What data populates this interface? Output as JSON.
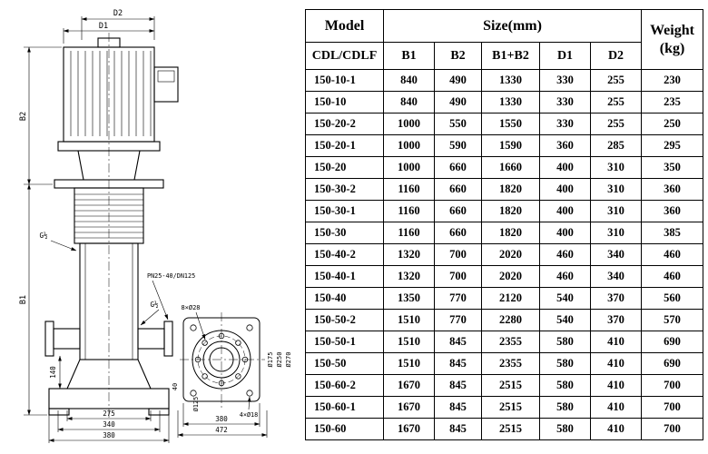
{
  "table": {
    "header": {
      "model": "Model",
      "model_sub": "CDL/CDLF",
      "size": "Size(mm)",
      "weight_line1": "Weight",
      "weight_line2": "(kg)",
      "col_b1": "B1",
      "col_b2": "B2",
      "col_b1b2": "B1+B2",
      "col_d1": "D1",
      "col_d2": "D2"
    },
    "rows": [
      [
        "150-10-1",
        "840",
        "490",
        "1330",
        "330",
        "255",
        "230"
      ],
      [
        "150-10",
        "840",
        "490",
        "1330",
        "330",
        "255",
        "235"
      ],
      [
        "150-20-2",
        "1000",
        "550",
        "1550",
        "330",
        "255",
        "250"
      ],
      [
        "150-20-1",
        "1000",
        "590",
        "1590",
        "360",
        "285",
        "295"
      ],
      [
        "150-20",
        "1000",
        "660",
        "1660",
        "400",
        "310",
        "350"
      ],
      [
        "150-30-2",
        "1160",
        "660",
        "1820",
        "400",
        "310",
        "360"
      ],
      [
        "150-30-1",
        "1160",
        "660",
        "1820",
        "400",
        "310",
        "360"
      ],
      [
        "150-30",
        "1160",
        "660",
        "1820",
        "400",
        "310",
        "385"
      ],
      [
        "150-40-2",
        "1320",
        "700",
        "2020",
        "460",
        "340",
        "460"
      ],
      [
        "150-40-1",
        "1320",
        "700",
        "2020",
        "460",
        "340",
        "460"
      ],
      [
        "150-40",
        "1350",
        "770",
        "2120",
        "540",
        "370",
        "560"
      ],
      [
        "150-50-2",
        "1510",
        "770",
        "2280",
        "540",
        "370",
        "570"
      ],
      [
        "150-50-1",
        "1510",
        "845",
        "2355",
        "580",
        "410",
        "690"
      ],
      [
        "150-50",
        "1510",
        "845",
        "2355",
        "580",
        "410",
        "690"
      ],
      [
        "150-60-2",
        "1670",
        "845",
        "2515",
        "580",
        "410",
        "700"
      ],
      [
        "150-60-1",
        "1670",
        "845",
        "2515",
        "580",
        "410",
        "700"
      ],
      [
        "150-60",
        "1670",
        "845",
        "2515",
        "580",
        "410",
        "700"
      ]
    ]
  },
  "drawing": {
    "labels": {
      "d2": "D2",
      "d1": "D1",
      "b2": "B2",
      "b1": "B1",
      "g_half_1": "G½",
      "g_half_2": "G½",
      "pn": "PN25-40/DN125",
      "holes8": "8×Ø28",
      "dia175": "Ø175",
      "dia250": "Ø250",
      "dia270": "Ø270",
      "dim140": "140",
      "dim275": "275",
      "dim340": "340",
      "dim380_front": "380",
      "dim40": "40",
      "dia125": "Ø125",
      "holes4": "4×Ø18",
      "dim380_plan": "380",
      "dim472": "472"
    }
  }
}
